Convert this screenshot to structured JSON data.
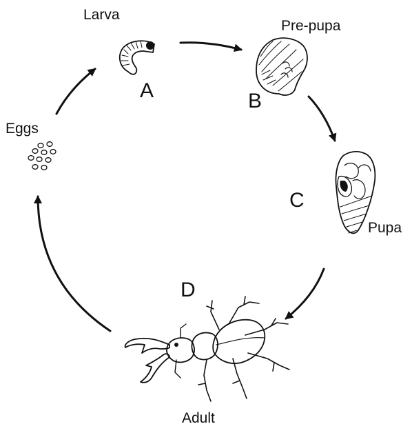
{
  "diagram": {
    "stages": [
      {
        "id": "eggs",
        "name": "Eggs",
        "letter": ""
      },
      {
        "id": "larva",
        "name": "Larva",
        "letter": "A"
      },
      {
        "id": "prepupa",
        "name": "Pre-pupa",
        "letter": "B"
      },
      {
        "id": "pupa",
        "name": "Pupa",
        "letter": "C"
      },
      {
        "id": "adult",
        "name": "Adult",
        "letter": "D"
      }
    ],
    "cycle_order": [
      "eggs",
      "larva",
      "prepupa",
      "pupa",
      "adult",
      "eggs"
    ],
    "colors": {
      "ink": "#111111",
      "background": "#ffffff"
    }
  }
}
